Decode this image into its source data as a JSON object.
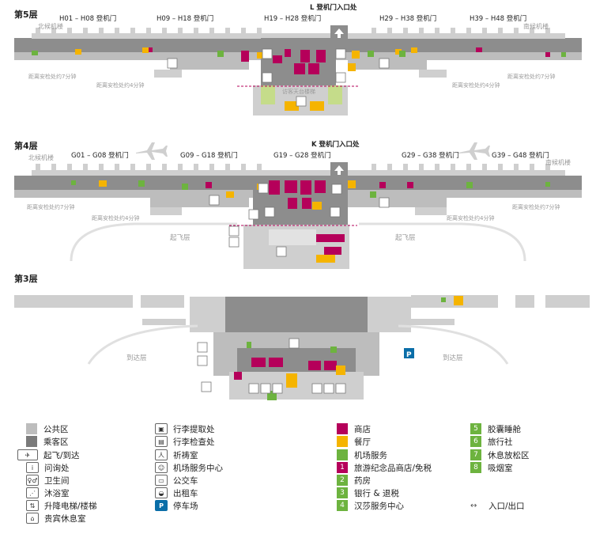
{
  "floors": {
    "f5": {
      "label": "第5层",
      "entry": "L 登机门入口处",
      "gates": [
        "H01 – H08 登机门",
        "H09 – H18 登机门",
        "H19 – H28 登机门",
        "H29 – H38 登机门",
        "H39 – H48 登机门"
      ],
      "north_pier": "北候机楼",
      "south_pier": "南候机楼",
      "walk_left": "距离安检处约7分钟",
      "walk_left_mid": "距离安检处约4分钟",
      "walk_right_mid": "距离安检处约4分钟",
      "walk_right": "距离安检处约7分钟",
      "central_label": "访客天台楼梯"
    },
    "f4": {
      "label": "第4层",
      "entry": "K 登机门入口处",
      "gates": [
        "G01 – G08 登机门",
        "G09 – G18 登机门",
        "G19 – G28 登机门",
        "G29 – G38 登机门",
        "G39 – G48 登机门"
      ],
      "north_pier": "北候机楼",
      "south_pier": "南候机楼",
      "walk_left": "距离安检处约7分钟",
      "walk_left_mid": "距离安检处约4分钟",
      "walk_right_mid": "距离安检处约4分钟",
      "walk_right": "距离安检处约7分钟",
      "zone_left": "起飞层",
      "zone_right": "起飞层"
    },
    "f3": {
      "label": "第3层",
      "zone_left": "到达层",
      "zone_right": "到达层"
    }
  },
  "legend": {
    "public_area": "公共区",
    "passenger_area": "乘客区",
    "departures_arrivals": "起飞/到达",
    "information": "问询处",
    "toilets": "卫生间",
    "showers": "沐浴室",
    "lifts": "升降电梯/楼梯",
    "vip_lounge": "贵宾休息室",
    "baggage_claim": "行李提取处",
    "baggage_check": "行李检查处",
    "prayer_room": "祈祷室",
    "service_center": "机场服务中心",
    "bus": "公交车",
    "taxi": "出租车",
    "parking": "停车场",
    "shops": "商店",
    "restaurants": "餐厅",
    "airport_services": "机场服务",
    "souvenir": "旅游纪念品商店/免税",
    "pharmacy": "药房",
    "bank": "银行 & 退税",
    "hansa": "汉莎服务中心",
    "capsule": "胶囊睡舱",
    "travel_agency": "旅行社",
    "rest_zone": "休息放松区",
    "smoking": "吸烟室",
    "entrance_exit": "入口/出口",
    "num1": "1",
    "num2": "2",
    "num3": "3",
    "num4": "4",
    "num5": "5",
    "num6": "6",
    "num7": "7",
    "num8": "8",
    "parking_glyph": "P"
  },
  "colors": {
    "public": "#bdbdbd",
    "passenger": "#7a7a7a",
    "shop": "#b5005a",
    "restaurant": "#f5b400",
    "service": "#6db33f",
    "light_green": "#c5dc8a"
  }
}
